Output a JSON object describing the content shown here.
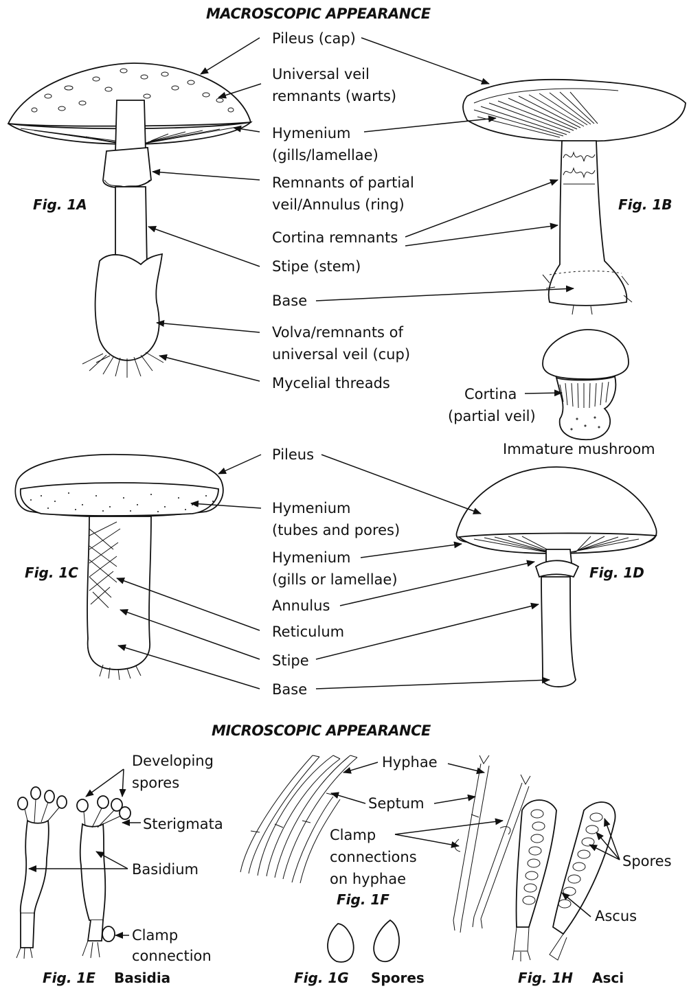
{
  "headings": {
    "macroscopic": "MACROSCOPIC APPEARANCE",
    "microscopic": "MICROSCOPIC APPEARANCE"
  },
  "figures": {
    "fig1a": "Fig. 1A",
    "fig1b": "Fig. 1B",
    "fig1c": "Fig. 1C",
    "fig1d": "Fig. 1D",
    "fig1e": "Fig. 1E",
    "fig1e_caption": "Basidia",
    "fig1f": "Fig. 1F",
    "fig1g": "Fig. 1G",
    "fig1g_caption": "Spores",
    "fig1h": "Fig. 1H",
    "fig1h_caption": "Asci"
  },
  "macro_labels": {
    "pileus_cap": "Pileus (cap)",
    "universal_veil_1": "Universal veil",
    "universal_veil_2": "remnants (warts)",
    "hymenium_1": "Hymenium",
    "hymenium_2": "(gills/lamellae)",
    "remnants_partial_1": "Remnants of partial",
    "remnants_partial_2": "veil/Annulus (ring)",
    "cortina_remnants": "Cortina remnants",
    "stipe_stem": "Stipe (stem)",
    "base": "Base",
    "volva_1": "Volva/remnants of",
    "volva_2": "universal veil (cup)",
    "mycelial": "Mycelial threads",
    "cortina": "Cortina",
    "partial_veil": "(partial veil)",
    "immature": "Immature mushroom"
  },
  "macro_labels_2": {
    "pileus": "Pileus",
    "hymenium_tubes_1": "Hymenium",
    "hymenium_tubes_2": "(tubes and pores)",
    "hymenium_gills_1": "Hymenium",
    "hymenium_gills_2": "(gills or lamellae)",
    "annulus": "Annulus",
    "reticulum": "Reticulum",
    "stipe": "Stipe",
    "base": "Base"
  },
  "micro_labels": {
    "developing_1": "Developing",
    "developing_2": "spores",
    "sterigmata": "Sterigmata",
    "basidium": "Basidium",
    "clamp_1": "Clamp",
    "clamp_2": "connection",
    "hyphae": "Hyphae",
    "septum": "Septum",
    "clamp_conn_1": "Clamp",
    "clamp_conn_2": "connections",
    "clamp_conn_3": "on hyphae",
    "spores": "Spores",
    "ascus": "Ascus"
  }
}
